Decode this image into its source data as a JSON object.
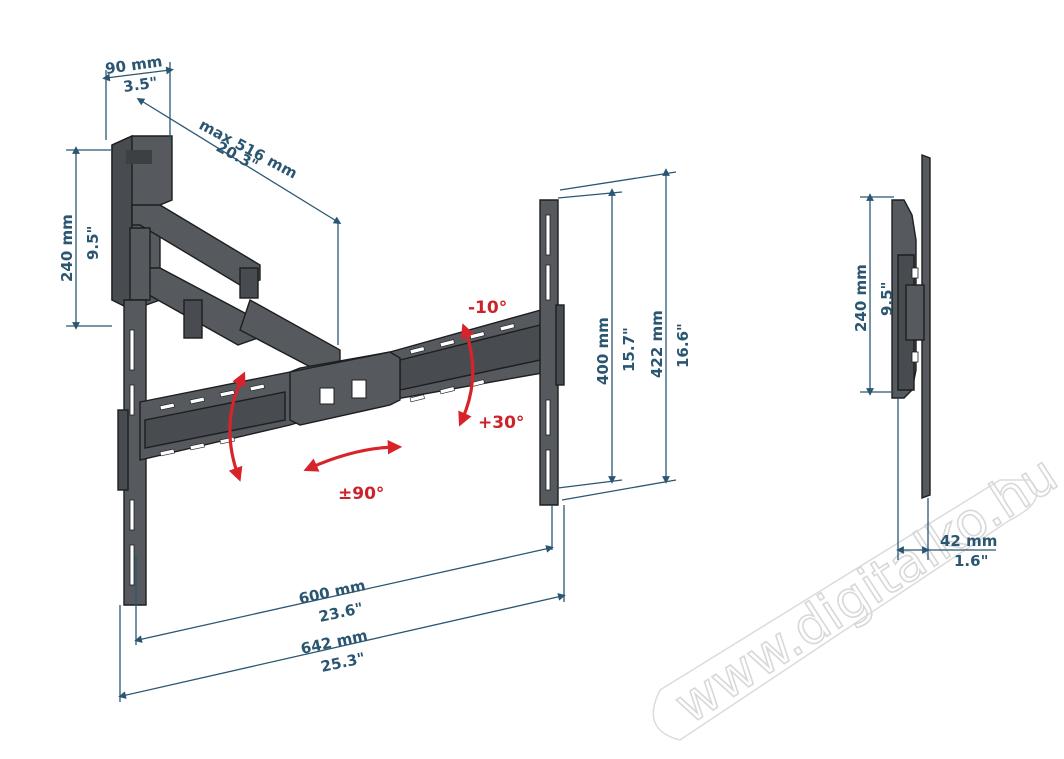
{
  "dimensions": {
    "depth_wall": {
      "mm": "90 mm",
      "inch": "3.5\""
    },
    "max_extension": {
      "mm": "max 516 mm",
      "inch": "20.3\""
    },
    "wall_plate_height": {
      "mm": "240 mm",
      "inch": "9.5\""
    },
    "vesa_vertical": {
      "mm": "400 mm",
      "inch": "15.7\""
    },
    "bracket_height": {
      "mm": "422 mm",
      "inch": "16.6\""
    },
    "vesa_horizontal": {
      "mm": "600 mm",
      "inch": "23.6\""
    },
    "bracket_width": {
      "mm": "642 mm",
      "inch": "25.3\""
    },
    "side_plate_height": {
      "mm": "240 mm",
      "inch": "9.5\""
    },
    "min_depth": {
      "mm": "42 mm",
      "inch": "1.6\""
    }
  },
  "angles": {
    "tilt_up": "-10°",
    "tilt_down": "+30°",
    "swivel": "±90°"
  },
  "watermark": "www.digitalko.hu",
  "colors": {
    "dimension": "#2b5672",
    "angle_arrows": "#d9232b",
    "metal": "#565a5e"
  }
}
